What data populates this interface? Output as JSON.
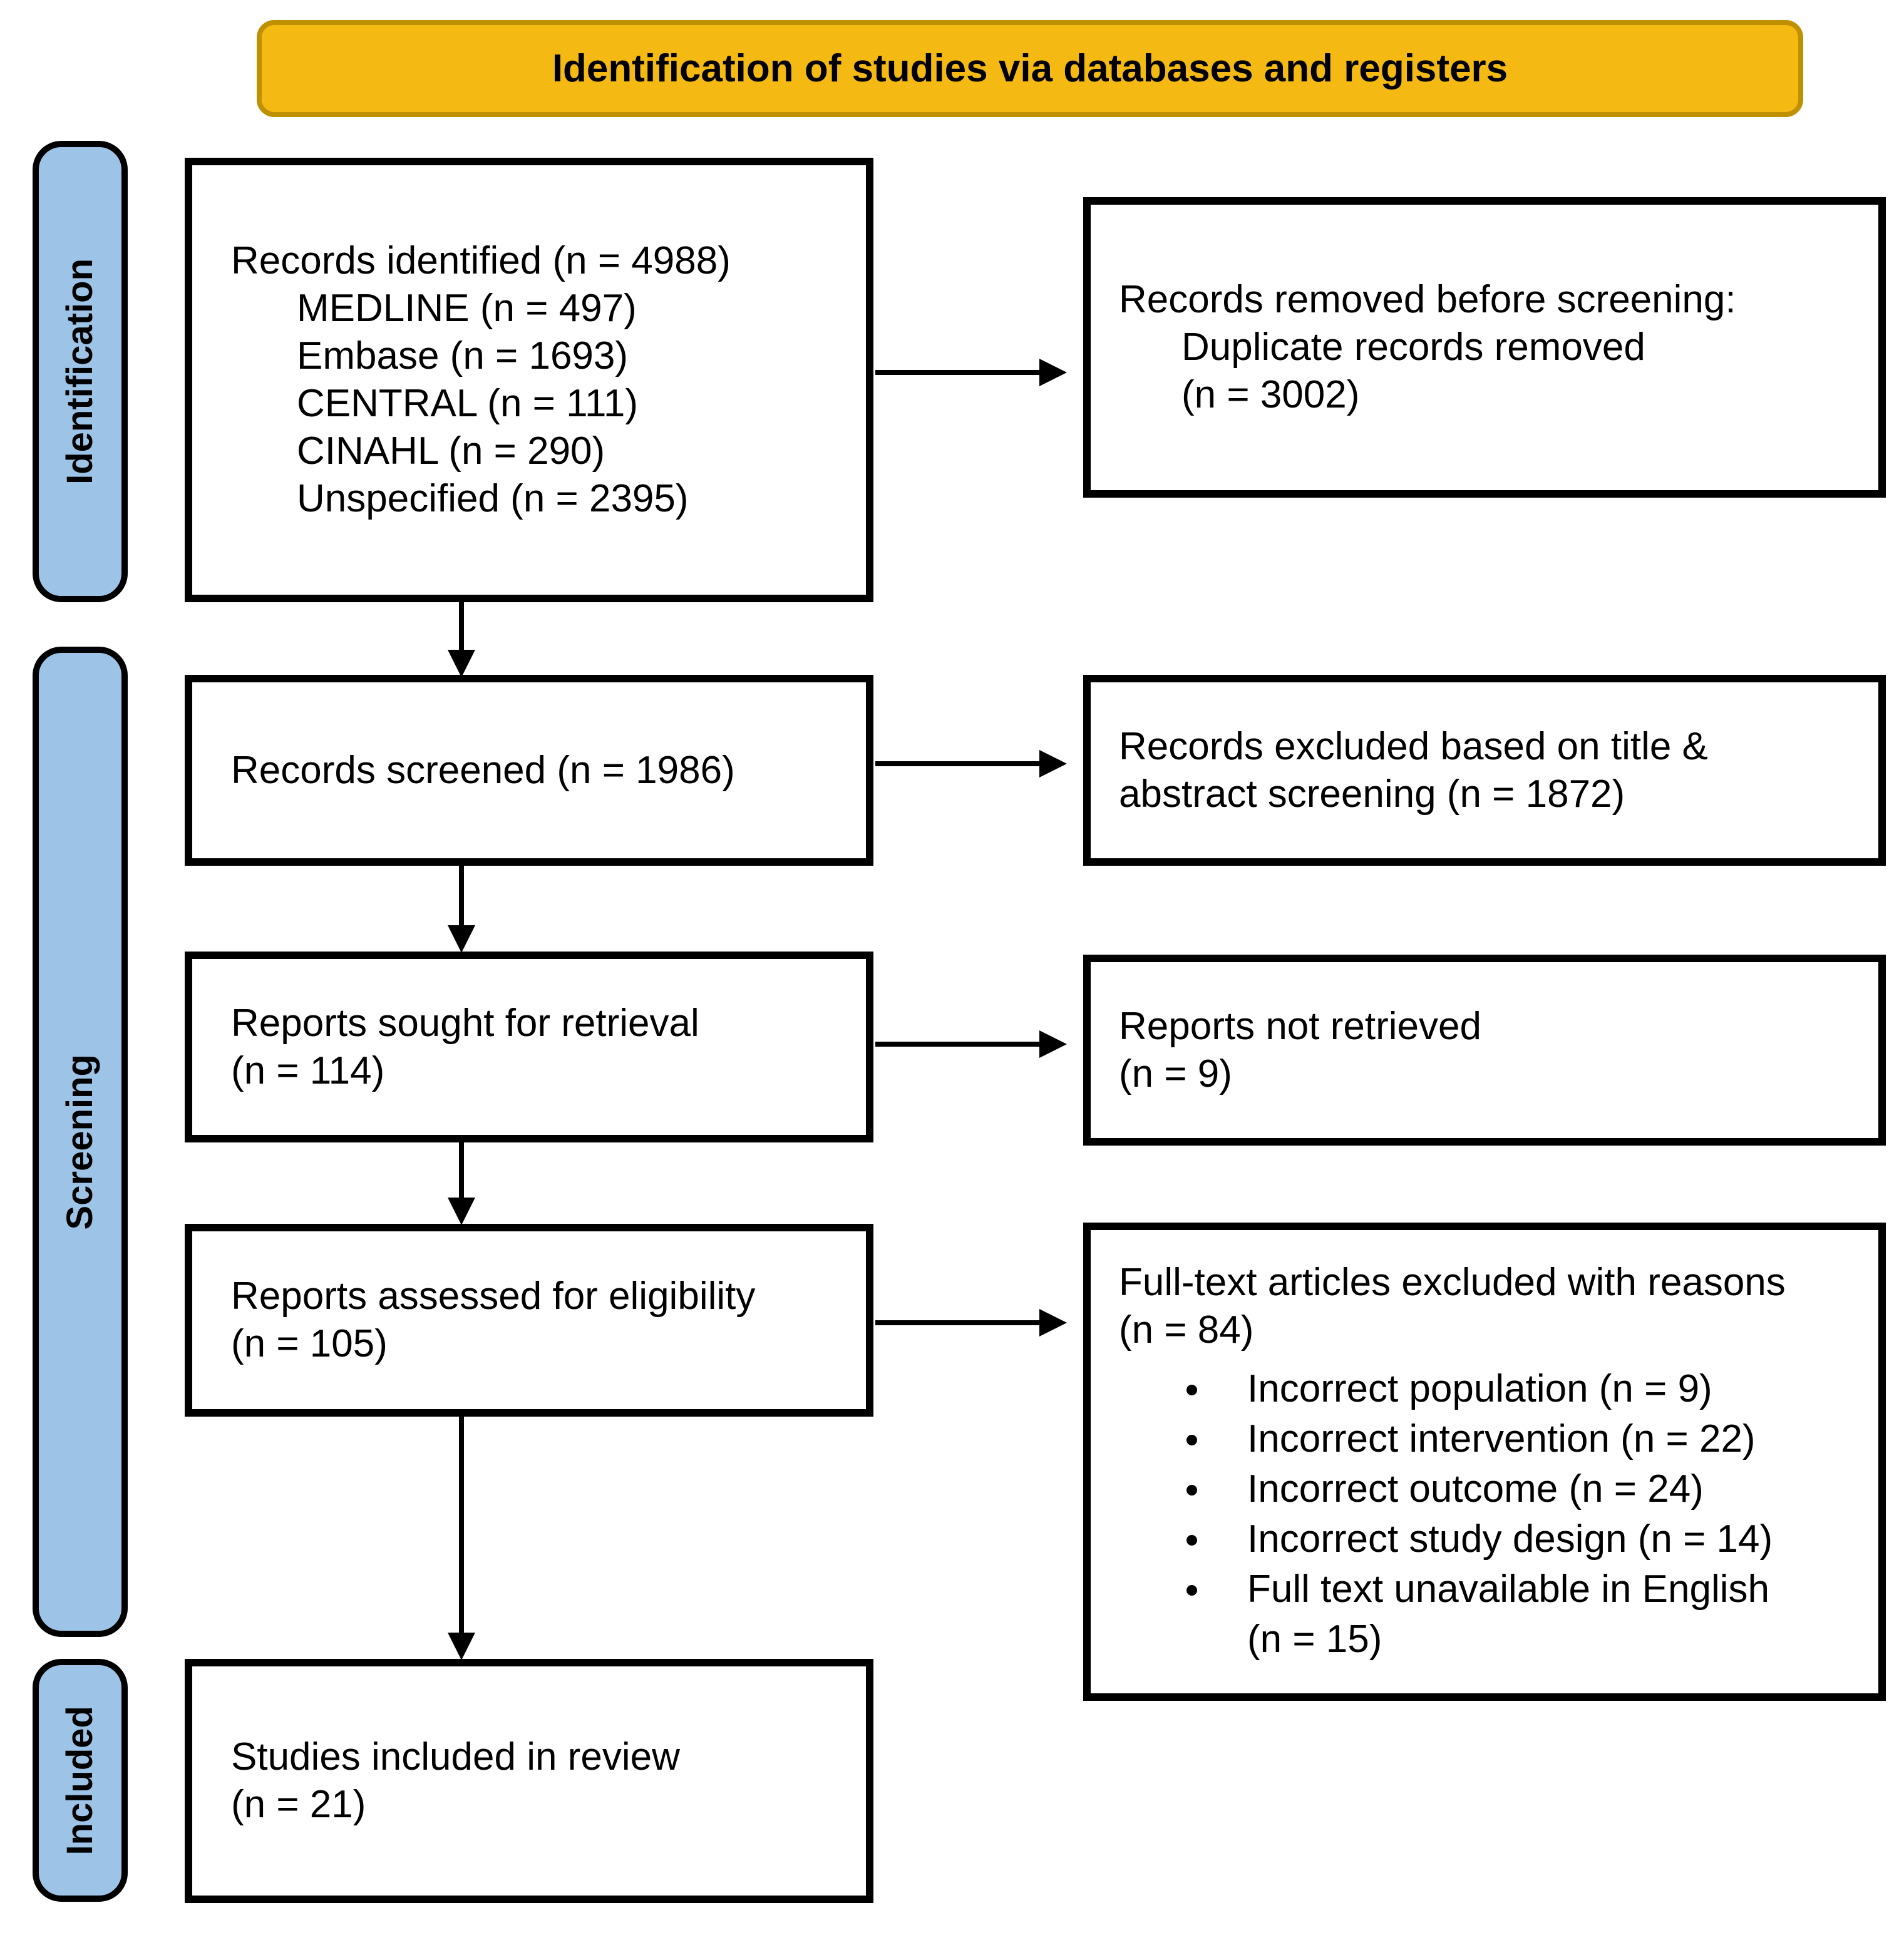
{
  "banner": {
    "title": "Identification of studies via databases and registers"
  },
  "colors": {
    "banner_fill": "#F5B914",
    "banner_border": "#BF9000",
    "stage_fill": "#9DC3E6"
  },
  "stages": {
    "identification": "Identification",
    "screening": "Screening",
    "included": "Included"
  },
  "boxes": {
    "identified": {
      "title": "Records identified (n = 4988)",
      "sources": [
        "MEDLINE (n = 497)",
        "Embase (n = 1693)",
        "CENTRAL (n = 111)",
        "CINAHL (n = 290)",
        "Unspecified (n = 2395)"
      ]
    },
    "removed_before_screening": {
      "line1": "Records removed before screening:",
      "line2": "Duplicate records removed",
      "line3": "(n = 3002)"
    },
    "screened": {
      "line1": "Records screened (n = 1986)"
    },
    "excluded_screening": {
      "text": "Records excluded based on title & abstract screening (n = 1872)"
    },
    "sought_retrieval": {
      "line1": "Reports sought for retrieval",
      "line2": "(n = 114)"
    },
    "not_retrieved": {
      "line1": "Reports not retrieved",
      "line2": "(n = 9)"
    },
    "assessed_eligibility": {
      "line1": "Reports assessed for eligibility",
      "line2": "(n = 105)"
    },
    "fulltext_excluded": {
      "line1": "Full-text articles excluded with reasons",
      "line2": "(n = 84)",
      "reasons": [
        "Incorrect population (n = 9)",
        "Incorrect intervention (n = 22)",
        "Incorrect outcome (n = 24)",
        "Incorrect study design (n = 14)",
        "Full text unavailable in English (n = 15)"
      ]
    },
    "included_review": {
      "line1": "Studies included in review",
      "line2": "(n = 21)"
    }
  }
}
